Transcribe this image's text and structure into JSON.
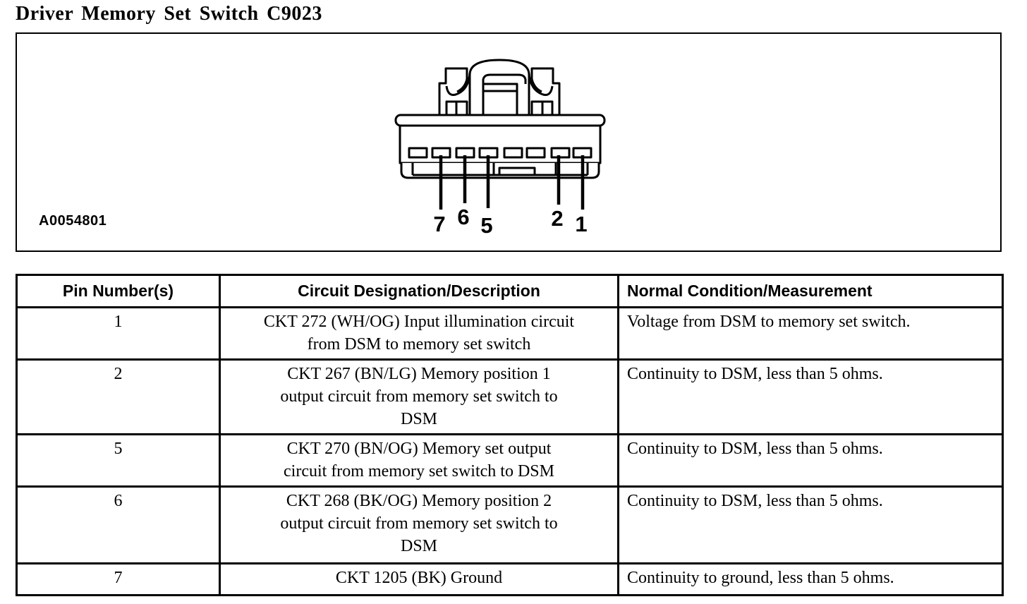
{
  "page": {
    "title": "Driver Memory Set Switch C9023"
  },
  "diagram": {
    "figure_id": "A0054801",
    "connector_cavities": 8,
    "pin_labels": [
      "7",
      "6",
      "5",
      "2",
      "1"
    ]
  },
  "table": {
    "headers": {
      "pin": "Pin Number(s)",
      "circuit": "Circuit Designation/Description",
      "condition": "Normal Condition/Measurement"
    },
    "rows": [
      {
        "pin": "1",
        "circuit": "CKT 272 (WH/OG) Input illumination circuit\nfrom DSM to memory set switch",
        "condition": "Voltage from DSM to memory set switch."
      },
      {
        "pin": "2",
        "circuit": "CKT 267 (BN/LG) Memory position 1\noutput circuit from memory set switch to\nDSM",
        "condition": "Continuity to DSM, less than 5 ohms."
      },
      {
        "pin": "5",
        "circuit": "CKT 270 (BN/OG) Memory set output\ncircuit from memory set switch to DSM",
        "condition": "Continuity to DSM, less than 5 ohms."
      },
      {
        "pin": "6",
        "circuit": "CKT 268 (BK/OG) Memory position 2\noutput circuit from memory set switch to\nDSM",
        "condition": "Continuity to DSM, less than 5 ohms."
      },
      {
        "pin": "7",
        "circuit": "CKT 1205 (BK) Ground",
        "condition": "Continuity to ground, less than 5 ohms."
      }
    ]
  },
  "colors": {
    "ink": "#000000",
    "paper": "#ffffff"
  }
}
